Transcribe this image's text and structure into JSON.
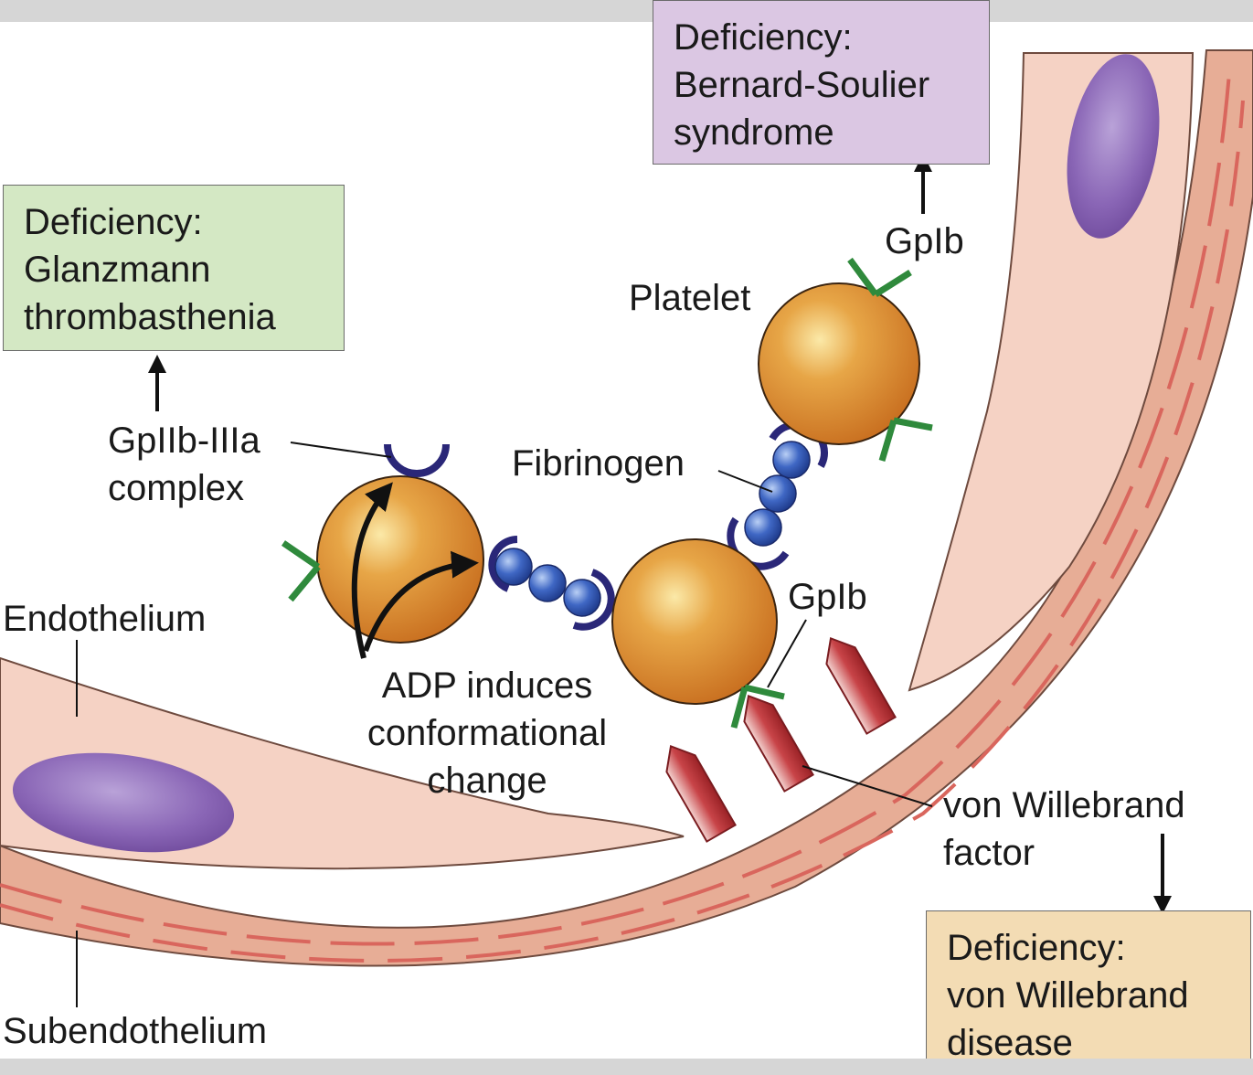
{
  "boxes": {
    "glanzmann": {
      "lines": [
        "Deficiency:",
        "Glanzmann",
        "thrombasthenia"
      ],
      "color": "#d4e8c4"
    },
    "bernard": {
      "lines": [
        "Deficiency:",
        "Bernard-Soulier",
        "syndrome"
      ],
      "color": "#dbc7e3"
    },
    "vwd": {
      "lines": [
        "Deficiency:",
        "von Willebrand",
        "disease"
      ],
      "color": "#f3dcb4"
    }
  },
  "labels": {
    "gpiib": [
      "GpIIb-IIIa",
      "complex"
    ],
    "gpib_top": "GpIb",
    "platelet": "Platelet",
    "fibrinogen": "Fibrinogen",
    "gpib_mid": "GpIb",
    "endothelium": "Endothelium",
    "adp": [
      "ADP induces",
      "conformational",
      "change"
    ],
    "vwf": [
      "von Willebrand",
      "factor"
    ],
    "subendothelium": "Subendothelium"
  },
  "colors": {
    "platelet": "#d47d25",
    "endothelium": "#f2c7b6",
    "subendothelium": "#e7ad96",
    "nucleus": "#7d57a8",
    "vwf": "#c03a3d",
    "gpib": "#2f8a3c",
    "receptor": "#2a2778",
    "fibrinogen": "#2d4fa6"
  }
}
